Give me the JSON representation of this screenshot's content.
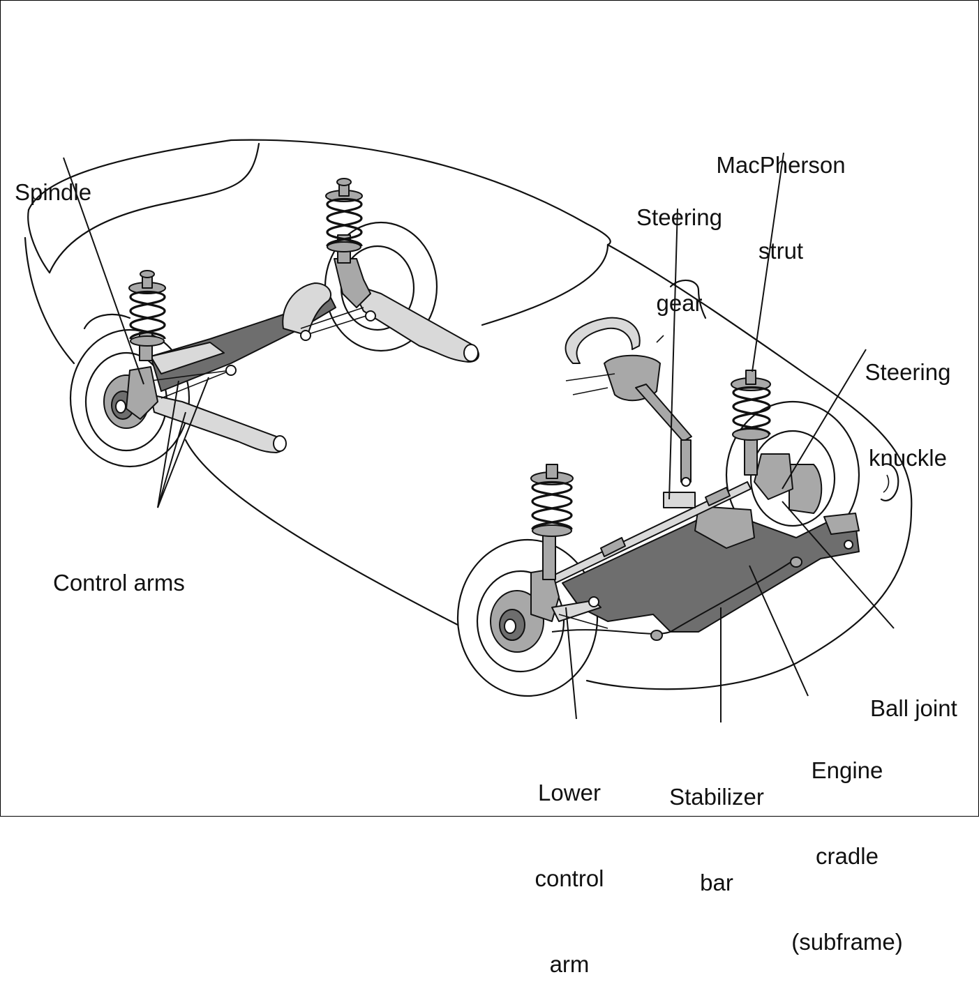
{
  "labels": {
    "spindle": "Spindle",
    "control_arms": "Control arms",
    "steering_gear": [
      "Steering",
      "gear"
    ],
    "macpherson_strut": [
      "MacPherson",
      "strut"
    ],
    "steering_knuckle": [
      "Steering",
      "knuckle"
    ],
    "ball_joint": "Ball joint",
    "engine_cradle": [
      "Engine",
      "cradle",
      "(subframe)"
    ],
    "stabilizer_bar": [
      "Stabilizer",
      "bar"
    ],
    "lower_control_arm": [
      "Lower",
      "control",
      "arm"
    ]
  },
  "colors": {
    "line": "#111111",
    "light_part": "#d9d9d9",
    "mid_part": "#a8a8a8",
    "dark_part": "#6e6e6e",
    "background": "#ffffff"
  }
}
